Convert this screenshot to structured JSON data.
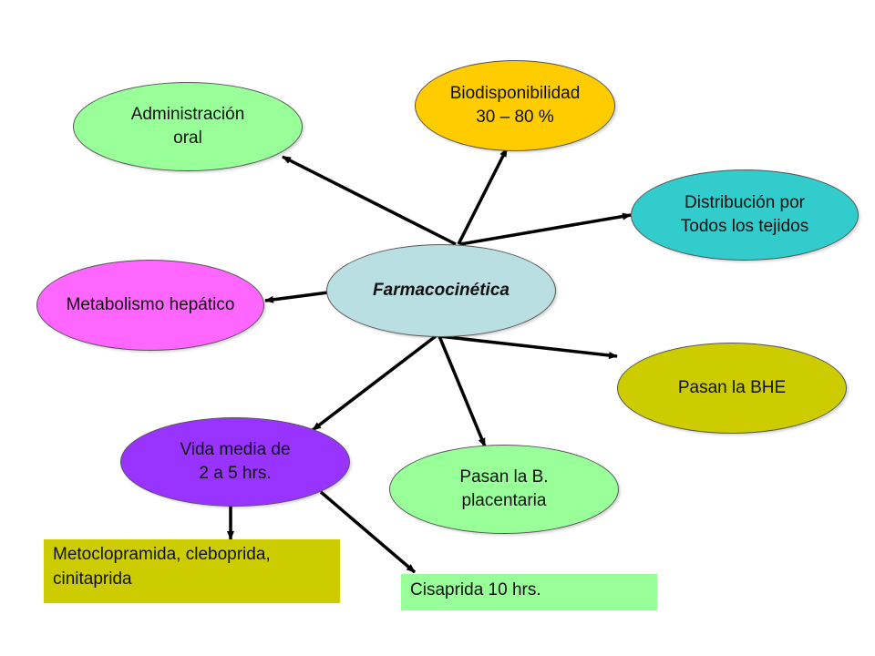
{
  "center": {
    "label": "Farmacocinética",
    "color": "#b9dfe3"
  },
  "nodes": {
    "administracion": {
      "label": "Administración\noral",
      "color": "#99ff99"
    },
    "biodisponibilidad": {
      "label": "Biodisponibilidad\n30 – 80 %",
      "color": "#ffcc00"
    },
    "distribucion": {
      "label": "Distribución por\nTodos los tejidos",
      "color": "#33cccc"
    },
    "metabolismo": {
      "label": "Metabolismo hepático",
      "color": "#ff66ff"
    },
    "bhe": {
      "label": "Pasan la BHE",
      "color": "#cccc00"
    },
    "vida_media": {
      "label": "Vida media de\n2 a 5 hrs.",
      "color": "#9933ff"
    },
    "placentaria": {
      "label": "Pasan la B.\nplacentaria",
      "color": "#99ff99"
    }
  },
  "boxes": {
    "metoclopramida": {
      "label": "Metoclopramida, cleboprida,\ncinitaprida",
      "color": "#cccc00"
    },
    "cisaprida": {
      "label": "Cisaprida 10 hrs.",
      "color": "#99ff99"
    }
  }
}
